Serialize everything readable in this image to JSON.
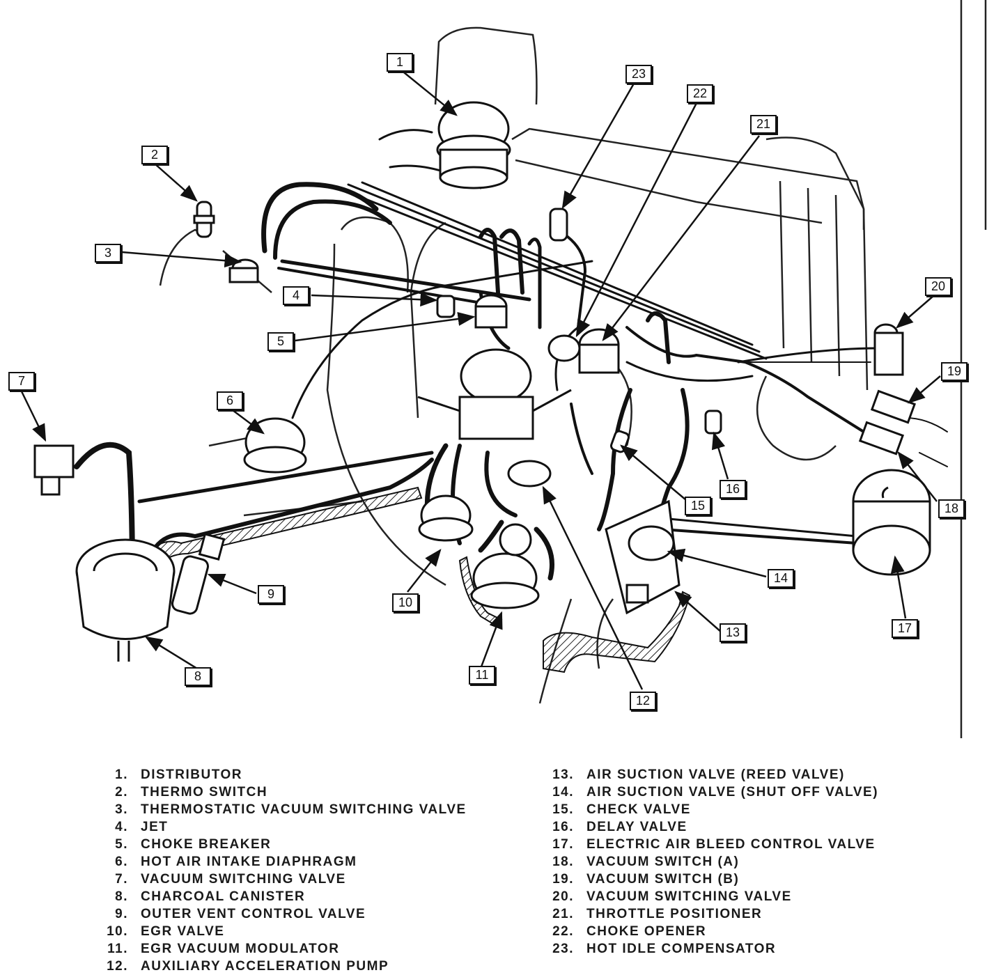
{
  "callouts": [
    {
      "id": "1",
      "label": "1"
    },
    {
      "id": "2",
      "label": "2"
    },
    {
      "id": "3",
      "label": "3"
    },
    {
      "id": "4",
      "label": "4"
    },
    {
      "id": "5",
      "label": "5"
    },
    {
      "id": "6",
      "label": "6"
    },
    {
      "id": "7",
      "label": "7"
    },
    {
      "id": "8",
      "label": "8"
    },
    {
      "id": "9",
      "label": "9"
    },
    {
      "id": "10",
      "label": "10"
    },
    {
      "id": "11",
      "label": "11"
    },
    {
      "id": "12",
      "label": "12"
    },
    {
      "id": "13",
      "label": "13"
    },
    {
      "id": "14",
      "label": "14"
    },
    {
      "id": "15",
      "label": "15"
    },
    {
      "id": "16",
      "label": "16"
    },
    {
      "id": "17",
      "label": "17"
    },
    {
      "id": "18",
      "label": "18"
    },
    {
      "id": "19",
      "label": "19"
    },
    {
      "id": "20",
      "label": "20"
    },
    {
      "id": "21",
      "label": "21"
    },
    {
      "id": "22",
      "label": "22"
    },
    {
      "id": "23",
      "label": "23"
    }
  ],
  "legend": {
    "left": [
      {
        "num": "1.",
        "name": "DISTRIBUTOR"
      },
      {
        "num": "2.",
        "name": "THERMO SWITCH"
      },
      {
        "num": "3.",
        "name": "THERMOSTATIC VACUUM SWITCHING VALVE"
      },
      {
        "num": "4.",
        "name": "JET"
      },
      {
        "num": "5.",
        "name": "CHOKE BREAKER"
      },
      {
        "num": "6.",
        "name": "HOT AIR INTAKE DIAPHRAGM"
      },
      {
        "num": "7.",
        "name": "VACUUM SWITCHING VALVE"
      },
      {
        "num": "8.",
        "name": "CHARCOAL CANISTER"
      },
      {
        "num": "9.",
        "name": "OUTER VENT CONTROL VALVE"
      },
      {
        "num": "10.",
        "name": "EGR VALVE"
      },
      {
        "num": "11.",
        "name": "EGR VACUUM MODULATOR"
      },
      {
        "num": "12.",
        "name": "AUXILIARY ACCELERATION PUMP"
      }
    ],
    "right": [
      {
        "num": "13.",
        "name": "AIR SUCTION VALVE (REED VALVE)"
      },
      {
        "num": "14.",
        "name": "AIR SUCTION VALVE (SHUT OFF VALVE)"
      },
      {
        "num": "15.",
        "name": "CHECK VALVE"
      },
      {
        "num": "16.",
        "name": "DELAY VALVE"
      },
      {
        "num": "17.",
        "name": "ELECTRIC AIR BLEED CONTROL VALVE"
      },
      {
        "num": "18.",
        "name": "VACUUM SWITCH (A)"
      },
      {
        "num": "19.",
        "name": "VACUUM SWITCH (B)"
      },
      {
        "num": "20.",
        "name": "VACUUM SWITCHING VALVE"
      },
      {
        "num": "21.",
        "name": "THROTTLE POSITIONER"
      },
      {
        "num": "22.",
        "name": "CHOKE OPENER"
      },
      {
        "num": "23.",
        "name": "HOT IDLE COMPENSATOR"
      }
    ]
  }
}
